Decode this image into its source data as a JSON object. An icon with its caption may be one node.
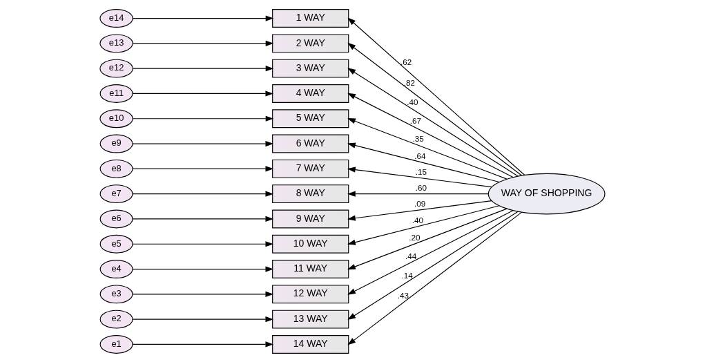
{
  "diagram": {
    "nodes": [
      {
        "text": [
          "e14"
        ]
      },
      {
        "text": [
          "e13"
        ]
      },
      {
        "text": [
          "e12"
        ]
      },
      {
        "text": [
          "e11"
        ]
      },
      {
        "text": [
          "e10"
        ]
      },
      {
        "text": [
          "e9"
        ]
      },
      {
        "text": [
          "e8"
        ]
      },
      {
        "text": [
          "e7"
        ]
      },
      {
        "text": [
          "e6"
        ]
      },
      {
        "text": [
          "e5"
        ]
      },
      {
        "text": [
          "e4"
        ]
      },
      {
        "text": [
          "e3"
        ]
      },
      {
        "text": [
          "e2"
        ]
      },
      {
        "text": [
          "e1"
        ]
      },
      {
        "text": [
          "1 WAY"
        ]
      },
      {
        "text": [
          "2 WAY"
        ]
      },
      {
        "text": [
          "3 WAY"
        ]
      },
      {
        "text": [
          "4 WAY"
        ]
      },
      {
        "text": [
          "5 WAY"
        ]
      },
      {
        "text": [
          "6 WAY"
        ]
      },
      {
        "text": [
          "7 WAY"
        ]
      },
      {
        "text": [
          "8 WAY"
        ]
      },
      {
        "text": [
          "9 WAY"
        ]
      },
      {
        "text": [
          "10 WAY"
        ]
      },
      {
        "text": [
          "11 WAY"
        ]
      },
      {
        "text": [
          "12 WAY"
        ]
      },
      {
        "text": [
          "13 WAY"
        ]
      },
      {
        "text": [
          "14 WAY"
        ]
      },
      {
        "text": [
          "WAY OF SHOPPING"
        ]
      }
    ],
    "edges": [
      {
        "from": 0,
        "to": 14,
        "arrow": "to"
      },
      {
        "from": 1,
        "to": 15,
        "arrow": "to"
      },
      {
        "from": 2,
        "to": 16,
        "arrow": "to"
      },
      {
        "from": 3,
        "to": 17,
        "arrow": "to"
      },
      {
        "from": 4,
        "to": 18,
        "arrow": "to"
      },
      {
        "from": 5,
        "to": 19,
        "arrow": "to"
      },
      {
        "from": 6,
        "to": 20,
        "arrow": "to"
      },
      {
        "from": 7,
        "to": 21,
        "arrow": "to"
      },
      {
        "from": 8,
        "to": 22,
        "arrow": "to"
      },
      {
        "from": 9,
        "to": 23,
        "arrow": "to"
      },
      {
        "from": 10,
        "to": 24,
        "arrow": "to"
      },
      {
        "from": 11,
        "to": 25,
        "arrow": "to"
      },
      {
        "from": 12,
        "to": 26,
        "arrow": "to"
      },
      {
        "from": 13,
        "to": 27,
        "arrow": "to"
      },
      {
        "from": 28,
        "to": 14,
        "arrow": "to",
        "label": ".62"
      },
      {
        "from": 28,
        "to": 15,
        "arrow": "to",
        "label": ".82"
      },
      {
        "from": 28,
        "to": 16,
        "arrow": "to",
        "label": ".40"
      },
      {
        "from": 28,
        "to": 17,
        "arrow": "to",
        "label": ".67"
      },
      {
        "from": 28,
        "to": 18,
        "arrow": "to",
        "label": ".35"
      },
      {
        "from": 28,
        "to": 19,
        "arrow": "to",
        "label": ".64"
      },
      {
        "from": 28,
        "to": 20,
        "arrow": "to",
        "label": ".15"
      },
      {
        "from": 28,
        "to": 21,
        "arrow": "to",
        "label": ".60"
      },
      {
        "from": 28,
        "to": 22,
        "arrow": "to",
        "label": ".09"
      },
      {
        "from": 28,
        "to": 23,
        "arrow": "to",
        "label": ".40"
      },
      {
        "from": 28,
        "to": 24,
        "arrow": "to",
        "label": ".20"
      },
      {
        "from": 28,
        "to": 25,
        "arrow": "to",
        "label": ".44"
      },
      {
        "from": 28,
        "to": 26,
        "arrow": "to",
        "label": ".14"
      },
      {
        "from": 28,
        "to": 27,
        "arrow": "to",
        "label": ".43"
      }
    ]
  }
}
